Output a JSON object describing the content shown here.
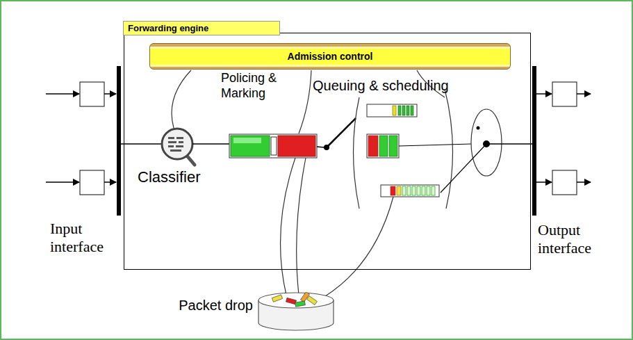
{
  "diagram": {
    "nodes": [
      {
        "text": [
          "Forwarding engine"
        ]
      },
      {
        "text": [
          "Admission control"
        ],
        "in": 0
      },
      {
        "text": [
          "Packet drop"
        ]
      }
    ],
    "labels": [
      "Policing & Marking",
      "Queuing & scheduling",
      "Classifier",
      "Input interface",
      "Output interface"
    ]
  }
}
